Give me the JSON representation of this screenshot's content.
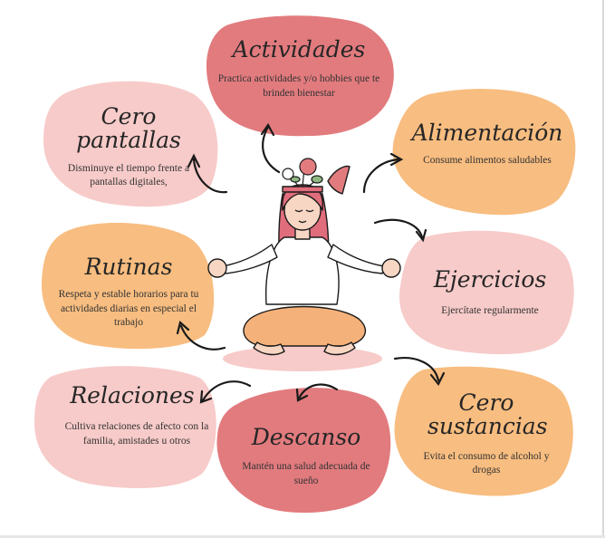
{
  "colors": {
    "rose": "#e27b7e",
    "peach": "#f8bd80",
    "pink": "#f7cbc9",
    "skin": "#f7d6c3",
    "hair": "#e06d7c",
    "pants": "#f5b17a",
    "line": "#1a1a1a"
  },
  "cards": {
    "actividades": {
      "title": "Actividades",
      "desc": "Practica actividades y/o hobbies que te brinden bienestar",
      "icon": "hobbies"
    },
    "cero_pantallas": {
      "title": "Cero pantallas",
      "desc": "Disminuye el tiempo frente a pantallas digitales,",
      "icon": "screens"
    },
    "alimentacion": {
      "title": "Alimentación",
      "desc": "Consume alimentos saludables",
      "icon": "food"
    },
    "rutinas": {
      "title": "Rutinas",
      "desc": "Respeta y estable horarios para tu actividades diarias en especial el trabajo",
      "icon": "routine"
    },
    "ejercicios": {
      "title": "Ejercicios",
      "desc": "Ejercítate regularmente",
      "icon": "exercise"
    },
    "relaciones": {
      "title": "Relaciones",
      "desc": "Cultiva relaciones de afecto con la familia, amistades u otros",
      "icon": "relationships"
    },
    "descanso": {
      "title": "Descanso",
      "desc": "Mantén una salud adecuada de sueño",
      "icon": "sleep"
    },
    "cero_sustancias": {
      "title": "Cero sustancias",
      "desc": "Evita el consumo de alcohol y drogas",
      "icon": "no-substances"
    }
  },
  "center": {
    "figure": "meditating-woman-illustration",
    "flowers": "flowers-growing-from-head-icon"
  }
}
